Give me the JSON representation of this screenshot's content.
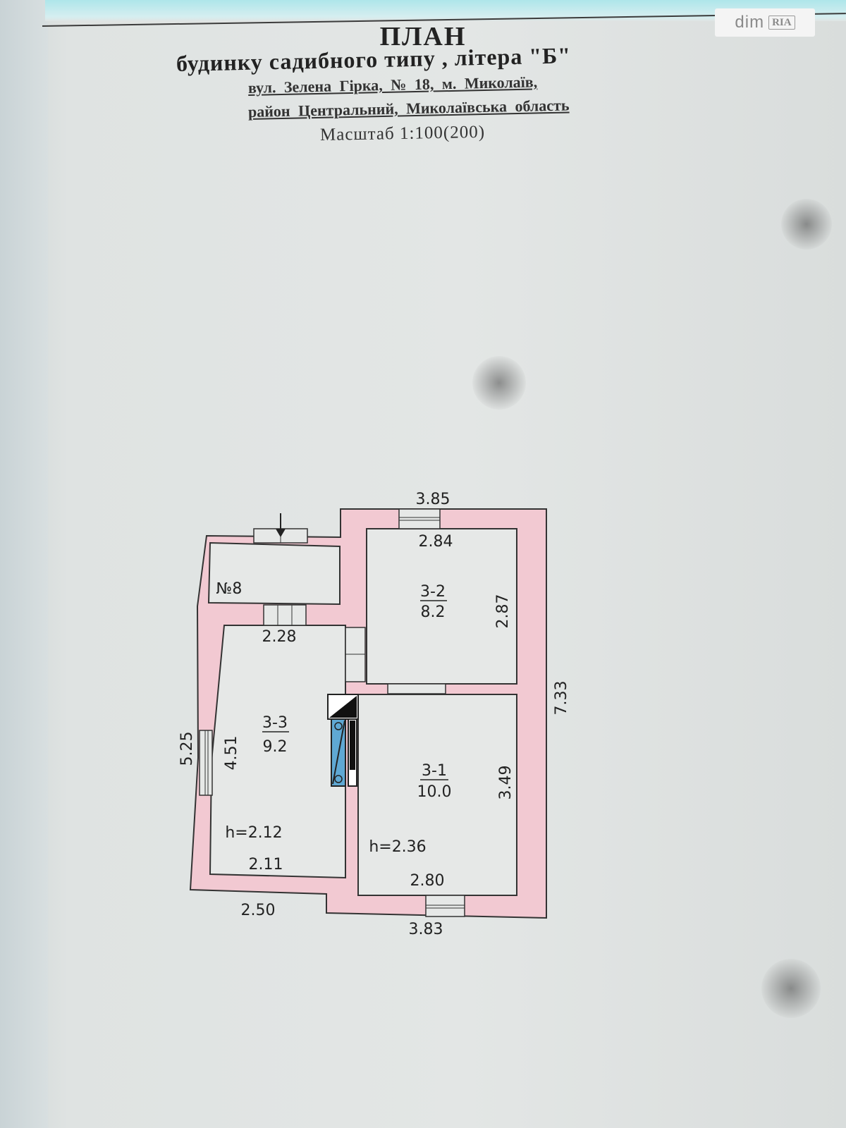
{
  "header": {
    "title": "ПЛАН",
    "subtitle": "будинку садибного типу , літера \"Б\"",
    "address_line1": "вул. Зелена Гірка,    № 18, м. Миколаїв,",
    "address_line2": "район Центральний,    Миколаївська область",
    "scale": "Масштаб 1:100(200)"
  },
  "watermark": {
    "text": "dim",
    "badge": "RIA"
  },
  "plan": {
    "wall_color": "#f2c9d2",
    "wall_stroke": "#333333",
    "rooms": [
      {
        "id": "3-1",
        "area": "10.0",
        "height": "h=2.36",
        "dim_top": "2.80",
        "dim_side": "3.49"
      },
      {
        "id": "3-2",
        "area": "8.2",
        "dim_top": "2.84",
        "dim_side": "2.87"
      },
      {
        "id": "3-3",
        "area": "9.2",
        "height": "h=2.12",
        "dim_top": "2.28",
        "dim_bottom": "2.11",
        "dim_side": "4.51"
      },
      {
        "id": "№8"
      }
    ],
    "outer_dims": {
      "top": "3.85",
      "right": "7.33",
      "left": "5.25",
      "bottom_left": "2.50",
      "bottom_right": "3.83"
    }
  }
}
